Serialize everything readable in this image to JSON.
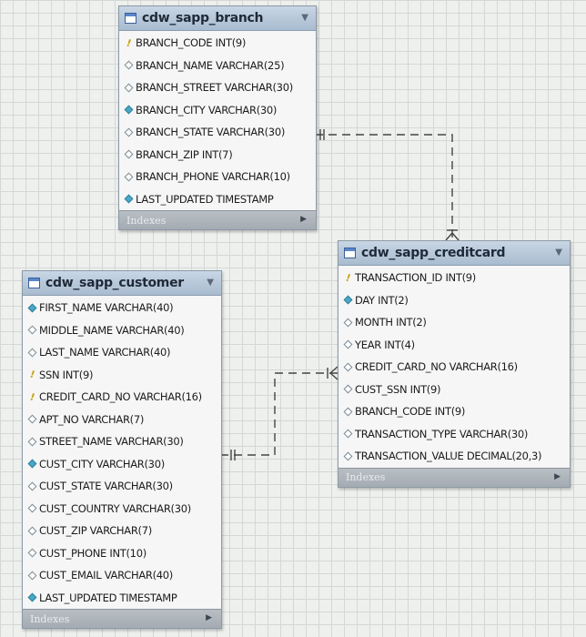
{
  "entities": [
    {
      "name": "cdw_sapp_branch",
      "footer": "Indexes",
      "columns": [
        {
          "text": "BRANCH_CODE INT(9)",
          "marker": "key"
        },
        {
          "text": "BRANCH_NAME VARCHAR(25)",
          "marker": "hollow"
        },
        {
          "text": "BRANCH_STREET VARCHAR(30)",
          "marker": "hollow"
        },
        {
          "text": "BRANCH_CITY VARCHAR(30)",
          "marker": "filled"
        },
        {
          "text": "BRANCH_STATE VARCHAR(30)",
          "marker": "hollow"
        },
        {
          "text": "BRANCH_ZIP INT(7)",
          "marker": "hollow"
        },
        {
          "text": "BRANCH_PHONE VARCHAR(10)",
          "marker": "hollow"
        },
        {
          "text": "LAST_UPDATED TIMESTAMP",
          "marker": "filled"
        }
      ]
    },
    {
      "name": "cdw_sapp_creditcard",
      "footer": "Indexes",
      "columns": [
        {
          "text": "TRANSACTION_ID INT(9)",
          "marker": "key"
        },
        {
          "text": "DAY INT(2)",
          "marker": "filled"
        },
        {
          "text": "MONTH INT(2)",
          "marker": "hollow"
        },
        {
          "text": "YEAR INT(4)",
          "marker": "hollow"
        },
        {
          "text": "CREDIT_CARD_NO VARCHAR(16)",
          "marker": "hollow"
        },
        {
          "text": "CUST_SSN INT(9)",
          "marker": "hollow"
        },
        {
          "text": "BRANCH_CODE INT(9)",
          "marker": "hollow"
        },
        {
          "text": "TRANSACTION_TYPE VARCHAR(30)",
          "marker": "hollow"
        },
        {
          "text": "TRANSACTION_VALUE DECIMAL(20,3)",
          "marker": "hollow"
        }
      ]
    },
    {
      "name": "cdw_sapp_customer",
      "footer": "Indexes",
      "columns": [
        {
          "text": "FIRST_NAME VARCHAR(40)",
          "marker": "filled"
        },
        {
          "text": "MIDDLE_NAME VARCHAR(40)",
          "marker": "hollow"
        },
        {
          "text": "LAST_NAME VARCHAR(40)",
          "marker": "hollow"
        },
        {
          "text": "SSN INT(9)",
          "marker": "key"
        },
        {
          "text": "CREDIT_CARD_NO VARCHAR(16)",
          "marker": "key"
        },
        {
          "text": "APT_NO VARCHAR(7)",
          "marker": "hollow"
        },
        {
          "text": "STREET_NAME VARCHAR(30)",
          "marker": "hollow"
        },
        {
          "text": "CUST_CITY VARCHAR(30)",
          "marker": "filled"
        },
        {
          "text": "CUST_STATE VARCHAR(30)",
          "marker": "hollow"
        },
        {
          "text": "CUST_COUNTRY VARCHAR(30)",
          "marker": "hollow"
        },
        {
          "text": "CUST_ZIP VARCHAR(7)",
          "marker": "hollow"
        },
        {
          "text": "CUST_PHONE INT(10)",
          "marker": "hollow"
        },
        {
          "text": "CUST_EMAIL VARCHAR(40)",
          "marker": "hollow"
        },
        {
          "text": "LAST_UPDATED TIMESTAMP",
          "marker": "filled"
        }
      ]
    }
  ],
  "colors": {
    "key": "#c9a21a",
    "filled_diamond": "#4aa7c7",
    "header": "#b5c6d8",
    "connector": "#444444"
  }
}
